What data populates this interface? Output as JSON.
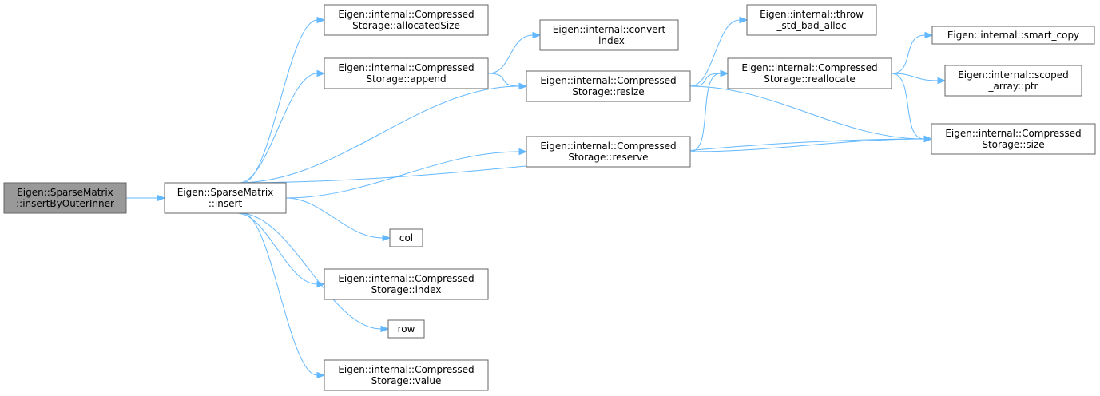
{
  "nodes": {
    "insertByOuterInner": {
      "lines": [
        "Eigen::SparseMatrix",
        "::insertByOuterInner"
      ],
      "root": true
    },
    "insert": {
      "lines": [
        "Eigen::SparseMatrix",
        "::insert"
      ]
    },
    "allocatedSize": {
      "lines": [
        "Eigen::internal::Compressed",
        "Storage::allocatedSize"
      ]
    },
    "append": {
      "lines": [
        "Eigen::internal::Compressed",
        "Storage::append"
      ]
    },
    "col": {
      "lines": [
        "col"
      ]
    },
    "index": {
      "lines": [
        "Eigen::internal::Compressed",
        "Storage::index"
      ]
    },
    "row": {
      "lines": [
        "row"
      ]
    },
    "value": {
      "lines": [
        "Eigen::internal::Compressed",
        "Storage::value"
      ]
    },
    "convert_index": {
      "lines": [
        "Eigen::internal::convert",
        "_index"
      ]
    },
    "resize": {
      "lines": [
        "Eigen::internal::Compressed",
        "Storage::resize"
      ]
    },
    "reserve": {
      "lines": [
        "Eigen::internal::Compressed",
        "Storage::reserve"
      ]
    },
    "throw_bad_alloc": {
      "lines": [
        "Eigen::internal::throw",
        "_std_bad_alloc"
      ]
    },
    "reallocate": {
      "lines": [
        "Eigen::internal::Compressed",
        "Storage::reallocate"
      ]
    },
    "smart_copy": {
      "lines": [
        "Eigen::internal::smart_copy"
      ]
    },
    "scoped_array_ptr": {
      "lines": [
        "Eigen::internal::scoped",
        "_array::ptr"
      ]
    },
    "size": {
      "lines": [
        "Eigen::internal::Compressed",
        "Storage::size"
      ]
    }
  },
  "edges": [
    [
      "insertByOuterInner",
      "insert"
    ],
    [
      "insert",
      "allocatedSize"
    ],
    [
      "insert",
      "append"
    ],
    [
      "insert",
      "resize"
    ],
    [
      "insert",
      "reserve"
    ],
    [
      "insert",
      "size"
    ],
    [
      "insert",
      "col"
    ],
    [
      "insert",
      "index"
    ],
    [
      "insert",
      "row"
    ],
    [
      "insert",
      "value"
    ],
    [
      "append",
      "convert_index"
    ],
    [
      "append",
      "resize"
    ],
    [
      "resize",
      "throw_bad_alloc"
    ],
    [
      "resize",
      "reallocate"
    ],
    [
      "resize",
      "size"
    ],
    [
      "reserve",
      "reallocate"
    ],
    [
      "reserve",
      "size"
    ],
    [
      "reallocate",
      "smart_copy"
    ],
    [
      "reallocate",
      "scoped_array_ptr"
    ],
    [
      "reallocate",
      "size"
    ]
  ],
  "colors": {
    "edge": "#63b8ff",
    "node_border": "#666666",
    "root_fill": "#999999",
    "node_fill": "#ffffff"
  }
}
